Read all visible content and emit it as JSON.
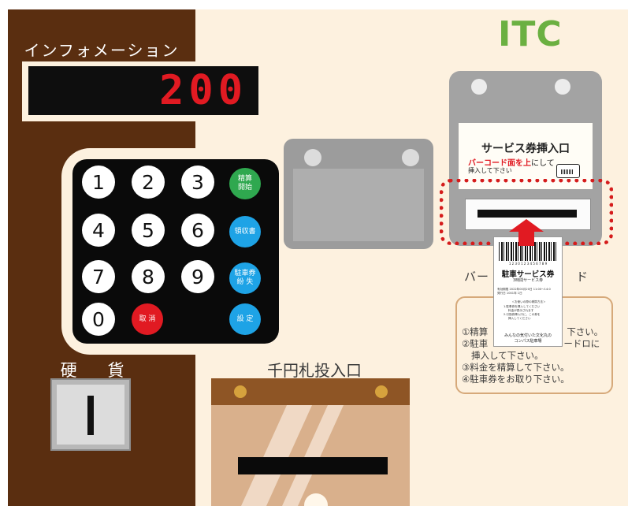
{
  "brand": {
    "logo": "ITC",
    "color": "#6bb041"
  },
  "display": {
    "title": "インフォメーション",
    "value": "200",
    "digit_color": "#e11a22"
  },
  "keypad": {
    "keys": [
      "1",
      "2",
      "3",
      "4",
      "5",
      "6",
      "7",
      "8",
      "9",
      "0"
    ],
    "functions": {
      "settle_start": "精算\n開始",
      "receipt": "領収書",
      "lost_ticket": "駐車券\n紛 失",
      "cancel": "取 消",
      "settings": "設 定"
    },
    "colors": {
      "settle_start": "#2fa84f",
      "receipt": "#1ea3e6",
      "lost_ticket": "#1ea3e6",
      "cancel": "#e11a22",
      "settings": "#1ea3e6"
    }
  },
  "coin": {
    "label": "硬 貨"
  },
  "bill": {
    "label": "千円札投入口"
  },
  "service_ticket": {
    "title": "サービス券挿入口",
    "instruction_red": "バーコード面を上",
    "instruction_red_suffix": "にして",
    "instruction_black": "挿入して下さい",
    "highlight_color": "#d51c1c"
  },
  "barcode_reader": {
    "label_left": "バー",
    "label_right": "ド"
  },
  "instructions": {
    "steps": [
      "①精算",
      "②駐車",
      "挿入して下さい。",
      "③料金を精算して下さい。",
      "④駐車券をお取り下さい。"
    ],
    "step1_right": "下さい。",
    "step2_right": "ードロに"
  },
  "ticket": {
    "digits": "1 2 3 0 1 2 3 4 5 6 7 8 9",
    "title": "駐車サービス券",
    "subtitle": "3時間サービス券",
    "line1": "有効期限 2022年00月20日 11:00～14:0",
    "line2": "発行日 1001年 1日",
    "method_title": "＜お使いの際の精算方法＞",
    "method1": "1.駐車券を挿入してください",
    "method2": "料金が表示されます",
    "method3": "2.引換券挿入口に、この券を",
    "method4": "挿入してください",
    "footer1": "みんなの気付いた文化丸の",
    "footer2": "コンパス駐車場"
  }
}
